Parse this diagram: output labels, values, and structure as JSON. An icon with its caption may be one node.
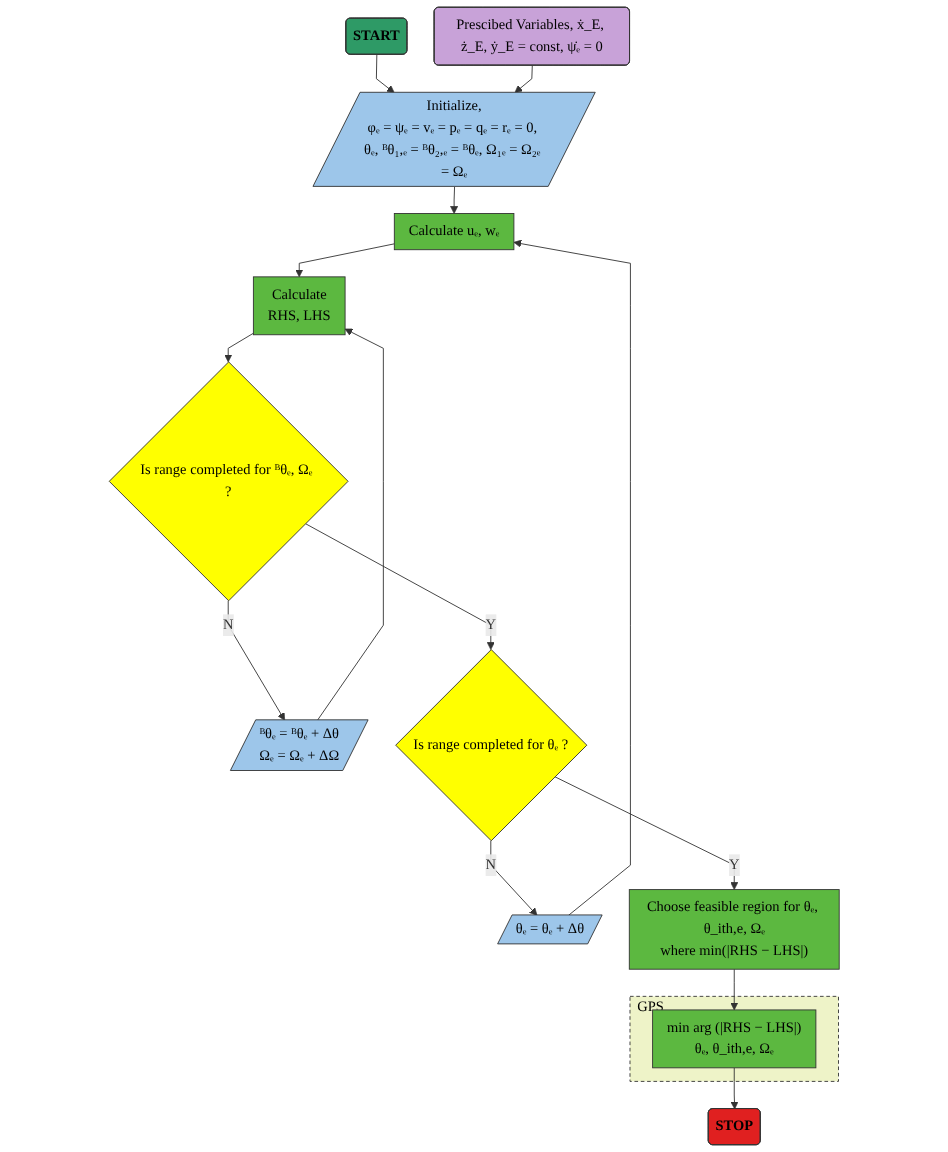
{
  "diagram": {
    "nodes": [
      {
        "text": [
          "START"
        ]
      },
      {
        "text": [
          "Prescibed Variables, ẋ_E, ż_E, ẏ_E = const, ψ̇ₑ = 0"
        ]
      },
      {
        "text": [
          "Initialize,",
          "φₑ = ψₑ = vₑ = pₑ = qₑ = rₑ = 0, θₑ, ᴮθ₁,ₑ = ᴮθ₂,ₑ = ᴮθₑ, Ω₁ₑ = Ω₂ₑ = Ωₑ"
        ]
      },
      {
        "text": [
          "θₑ = θₑ + Δθ"
        ]
      },
      {
        "text": [
          "Calculate uₑ, wₑ"
        ]
      },
      {
        "text": [
          "ᴮθₑ = ᴮθₑ + Δθ",
          "Ωₑ = Ωₑ + ΔΩ"
        ]
      },
      {
        "text": [
          "Calculate",
          "RHS, LHS"
        ]
      },
      {
        "text": [
          "Is range completed for ᴮθₑ, Ωₑ ?"
        ]
      },
      {
        "text": [
          "Is range completed for θₑ ?"
        ]
      },
      {
        "text": [
          "Choose feasible region for θₑ, θ_ith,e, Ωₑ",
          "where min(|RHS − LHS|)"
        ]
      },
      {
        "text": [
          "GPS"
        ]
      },
      {
        "text": [
          "min arg (|RHS − LHS|)",
          "θₑ, θ_ith,e, Ωₑ"
        ],
        "in": 10
      },
      {
        "text": [
          "STOP"
        ]
      }
    ],
    "edges": [
      {
        "from": 0,
        "to": 2,
        "arrow": "to"
      },
      {
        "from": 1,
        "to": 2,
        "arrow": "to"
      },
      {
        "from": 2,
        "to": 4,
        "arrow": "to"
      },
      {
        "from": 3,
        "to": 4,
        "arrow": "to"
      },
      {
        "from": 4,
        "to": 6,
        "arrow": "to"
      },
      {
        "from": 5,
        "to": 6,
        "arrow": "to"
      },
      {
        "from": 6,
        "to": 7,
        "arrow": "to"
      },
      {
        "from": 7,
        "to": 5,
        "arrow": "to",
        "label": "N"
      },
      {
        "from": 7,
        "to": 8,
        "arrow": "to",
        "label": "Y"
      },
      {
        "from": 8,
        "to": 3,
        "arrow": "to",
        "label": "N"
      },
      {
        "from": 8,
        "to": 9,
        "arrow": "to",
        "label": "Y"
      },
      {
        "from": 9,
        "to": 11,
        "arrow": "to"
      },
      {
        "from": 11,
        "to": 12,
        "arrow": "to"
      }
    ]
  }
}
